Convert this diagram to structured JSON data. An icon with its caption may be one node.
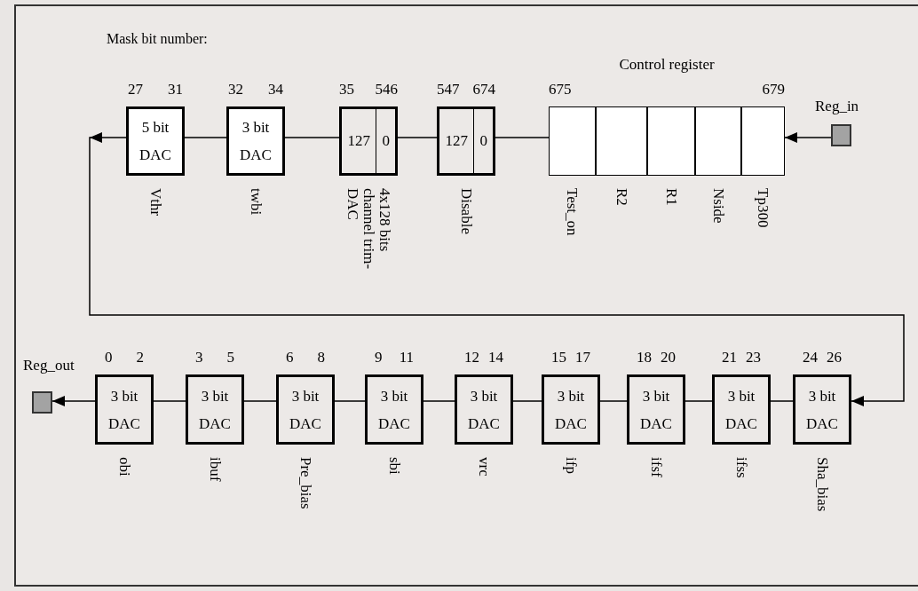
{
  "diagram": {
    "nodes": [
      {
        "text": [
          "5 bit DAC"
        ],
        "beside": [
          "27",
          "31",
          "Vthr"
        ]
      },
      {
        "text": [
          "3 bit DAC"
        ],
        "beside": [
          "32",
          "34",
          "twbi"
        ]
      },
      {
        "text": [
          "127",
          "0"
        ],
        "beside": [
          "35",
          "546",
          "4x128 bits channel trim-DAC"
        ]
      },
      {
        "text": [
          "127",
          "0"
        ],
        "beside": [
          "547",
          "674",
          "Disable"
        ]
      },
      {
        "text": [
          "Control register"
        ],
        "beside": [
          "675",
          "679"
        ]
      },
      {
        "text": [],
        "shape": "box",
        "in": 4,
        "beside": [
          "Test_on"
        ]
      },
      {
        "text": [],
        "shape": "box",
        "in": 4,
        "beside": [
          "R2"
        ]
      },
      {
        "text": [],
        "shape": "box",
        "in": 4,
        "beside": [
          "R1"
        ]
      },
      {
        "text": [],
        "shape": "box",
        "in": 4,
        "beside": [
          "Nside"
        ]
      },
      {
        "text": [],
        "shape": "box",
        "in": 4,
        "beside": [
          "Tp300"
        ]
      },
      {
        "text": [
          "Reg_in"
        ]
      },
      {
        "text": [
          "Reg_out"
        ]
      },
      {
        "text": [
          "3 bit DAC"
        ],
        "beside": [
          "0",
          "2",
          "obi"
        ]
      },
      {
        "text": [
          "3 bit DAC"
        ],
        "beside": [
          "3",
          "5",
          "ibuf"
        ]
      },
      {
        "text": [
          "3 bit DAC"
        ],
        "beside": [
          "6",
          "8",
          "Pre_bias"
        ]
      },
      {
        "text": [
          "3 bit DAC"
        ],
        "beside": [
          "9",
          "11",
          "sbi"
        ]
      },
      {
        "text": [
          "3 bit DAC"
        ],
        "beside": [
          "12",
          "14",
          "vrc"
        ]
      },
      {
        "text": [
          "3 bit DAC"
        ],
        "beside": [
          "15",
          "17",
          "ifp"
        ]
      },
      {
        "text": [
          "3 bit DAC"
        ],
        "beside": [
          "18",
          "20",
          "ifsf"
        ]
      },
      {
        "text": [
          "3 bit DAC"
        ],
        "beside": [
          "21",
          "23",
          "ifss"
        ]
      },
      {
        "text": [
          "3 bit DAC"
        ],
        "beside": [
          "24",
          "26",
          "Sha_bias"
        ]
      }
    ],
    "edges": [
      {
        "from": 10,
        "to": 4,
        "arrow": "to"
      },
      {
        "from": 4,
        "to": 3,
        "arrow": "none"
      },
      {
        "from": 3,
        "to": 2,
        "arrow": "none"
      },
      {
        "from": 2,
        "to": 1,
        "arrow": "none"
      },
      {
        "from": 1,
        "to": 0,
        "arrow": "none"
      },
      {
        "from": 0,
        "to": 20,
        "arrow": "to"
      },
      {
        "from": 20,
        "to": 19,
        "arrow": "none"
      },
      {
        "from": 19,
        "to": 18,
        "arrow": "none"
      },
      {
        "from": 18,
        "to": 17,
        "arrow": "none"
      },
      {
        "from": 17,
        "to": 16,
        "arrow": "none"
      },
      {
        "from": 16,
        "to": 15,
        "arrow": "none"
      },
      {
        "from": 15,
        "to": 14,
        "arrow": "none"
      },
      {
        "from": 14,
        "to": 13,
        "arrow": "none"
      },
      {
        "from": 13,
        "to": 12,
        "arrow": "none"
      },
      {
        "from": 12,
        "to": 11,
        "arrow": "to"
      }
    ],
    "labels": [
      "Mask bit number:"
    ]
  }
}
